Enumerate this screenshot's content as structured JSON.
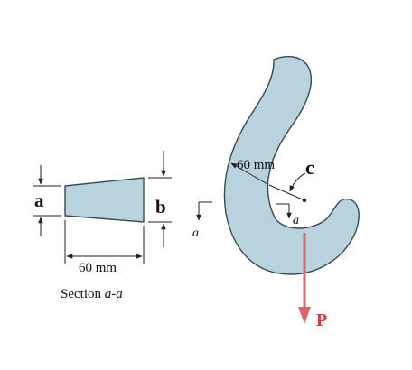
{
  "section": {
    "label_a": "a",
    "label_b": "b",
    "width_dim": "60 mm",
    "caption_prefix": "Section ",
    "caption_italic": "a-a"
  },
  "hook": {
    "radius_dim": "60 mm",
    "label_c": "c",
    "cut_label_left": "a",
    "cut_label_right": "a",
    "load_label": "P"
  },
  "colors": {
    "steel_fill": "#b9d3de",
    "outline": "#3a4a52",
    "load_arrow": "#d9646c",
    "load_label": "#d63a44"
  }
}
